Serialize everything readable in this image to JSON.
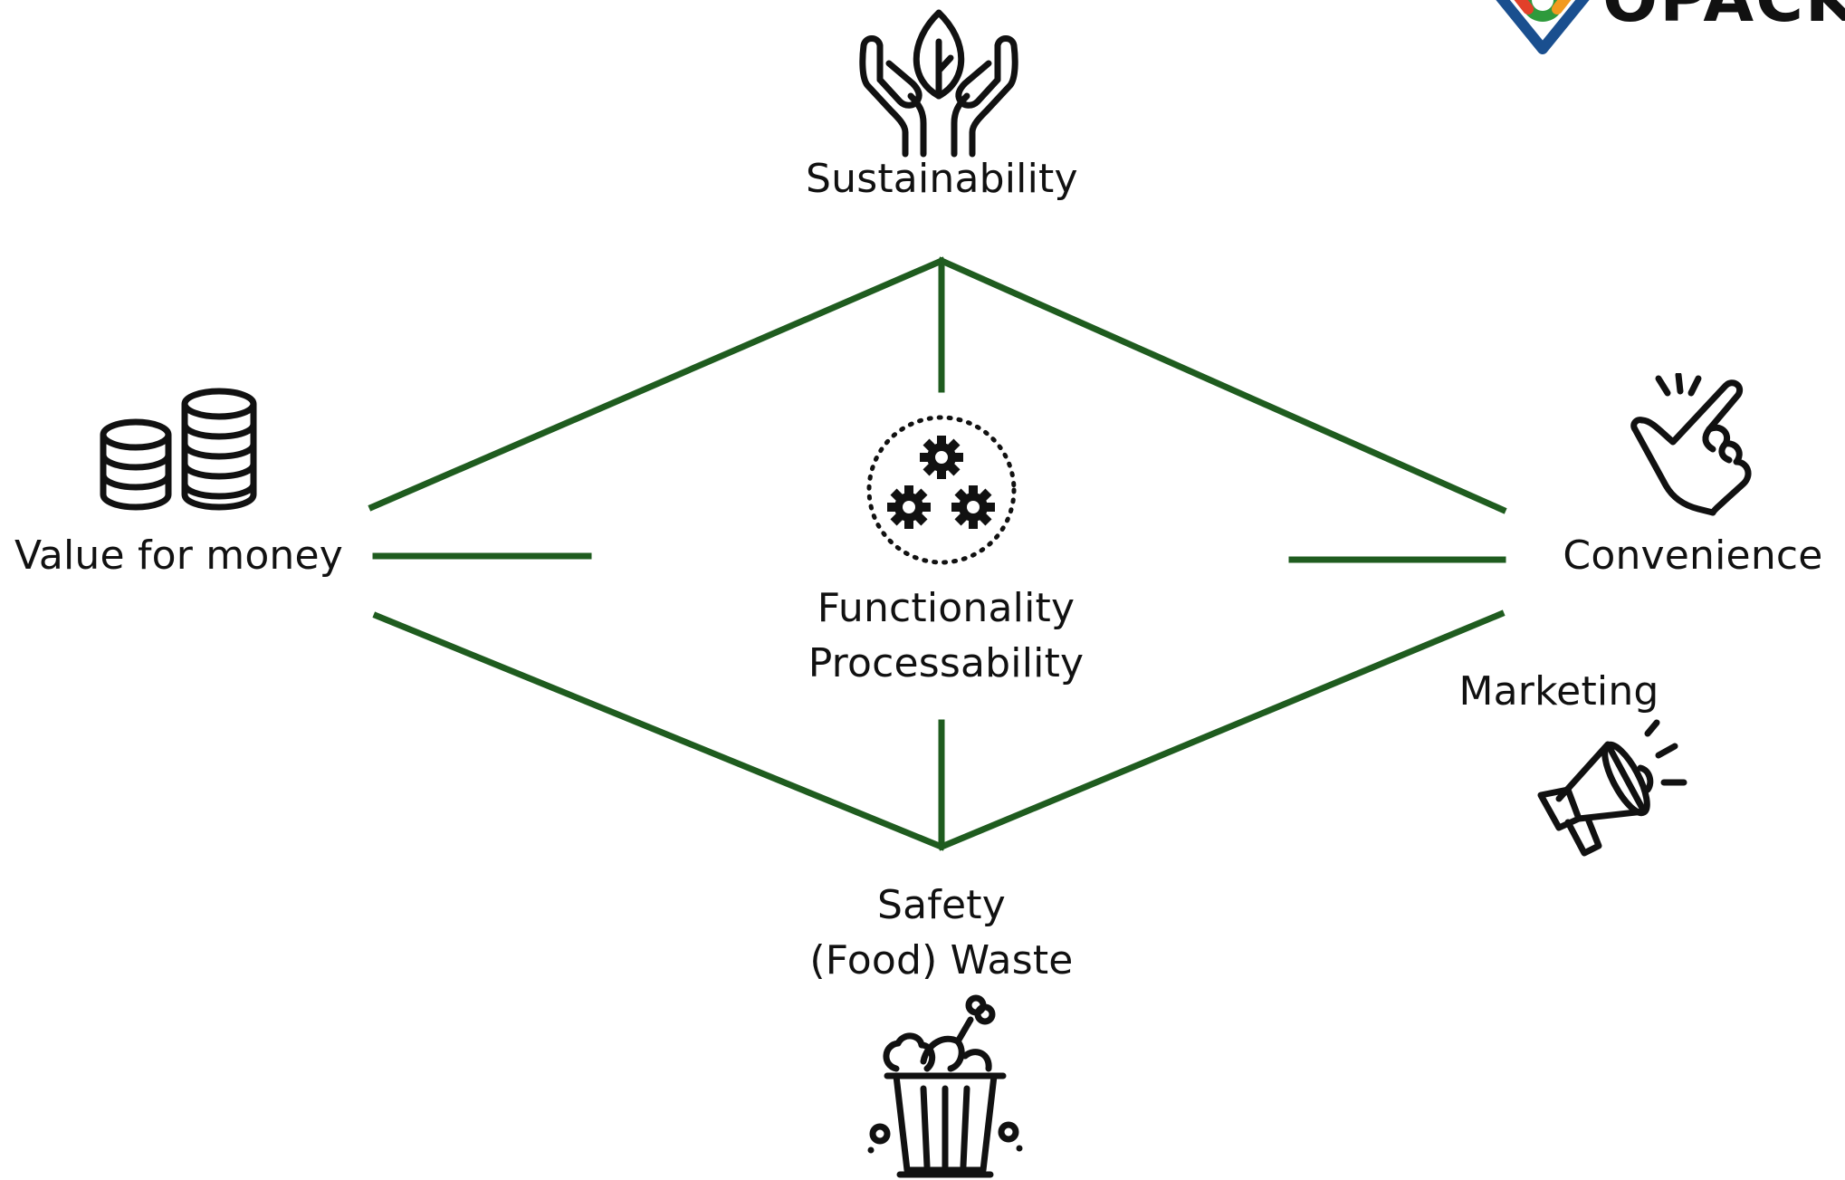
{
  "labels": {
    "sustainability": "Sustainability",
    "value_for_money": "Value for money",
    "convenience": "Convenience",
    "marketing": "Marketing",
    "center_line1": "Functionality",
    "center_line2": "Processability",
    "bottom_line1": "Safety",
    "bottom_line2": "(Food) Waste"
  },
  "logo": {
    "text": "OPACK"
  },
  "colors": {
    "line": "#1f5c1f",
    "icon": "#111111",
    "logo_red": "#e2402a",
    "logo_orange": "#f29a1f",
    "logo_green": "#2e9a3c",
    "logo_blue": "#1a4f8f"
  },
  "icons": {
    "sustainability": "hands-leaf-icon",
    "value_for_money": "coins-icon",
    "convenience": "pointing-hand-icon",
    "marketing": "megaphone-icon",
    "center": "gears-icon",
    "bottom": "food-waste-bin-icon"
  }
}
